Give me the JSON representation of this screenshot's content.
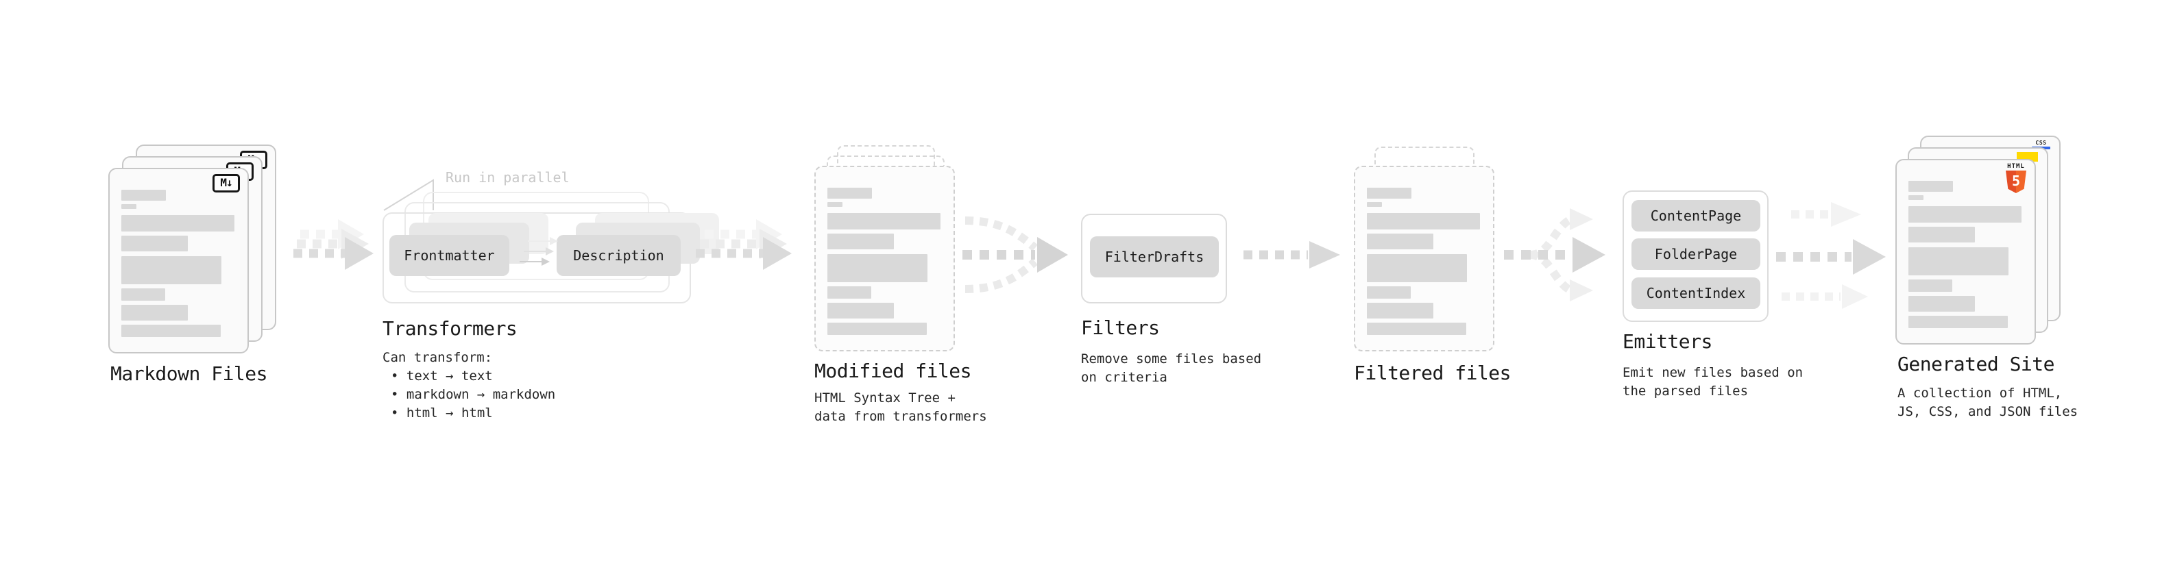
{
  "markdown_files": {
    "label": "Markdown Files",
    "badge": "M↓"
  },
  "transformers": {
    "label": "Transformers",
    "annotation": "Run in parallel",
    "box_left": "Frontmatter",
    "box_right": "Description",
    "description_heading": "Can transform:",
    "bullets": [
      "• text → text",
      "• markdown → markdown",
      "• html → html"
    ]
  },
  "modified_files": {
    "label": "Modified files",
    "subtitle_lines": [
      "HTML Syntax Tree +",
      "data from transformers"
    ]
  },
  "filters": {
    "label": "Filters",
    "box": "FilterDrafts",
    "subtitle_lines": [
      "Remove some files based",
      "on criteria"
    ]
  },
  "filtered_files": {
    "label": "Filtered files"
  },
  "emitters": {
    "label": "Emitters",
    "boxes": [
      "ContentPage",
      "FolderPage",
      "ContentIndex"
    ],
    "subtitle_lines": [
      "Emit new files based on",
      "the parsed files"
    ]
  },
  "generated_site": {
    "label": "Generated Site",
    "subtitle_lines": [
      "A collection of HTML,",
      "JS, CSS, and JSON files"
    ],
    "badges": {
      "css_label": "CSS",
      "html_label": "HTML",
      "html_number": "5"
    }
  },
  "colors": {
    "bar_gray": "#d9d9d9",
    "doc_background": "#fafafa",
    "doc_border": "#c7c7c7",
    "box_gray": "#dcdcdc",
    "arrow_gray": "#d9d9d9",
    "arrow_ghost": "#efefef",
    "text_dark": "#1a1a1a",
    "annotation_gray": "#c7c7c7",
    "js_yellow": "#ffd900",
    "css_blue": "#2f64e8",
    "html_orange_dark": "#e44d26",
    "html_orange": "#f16529"
  }
}
